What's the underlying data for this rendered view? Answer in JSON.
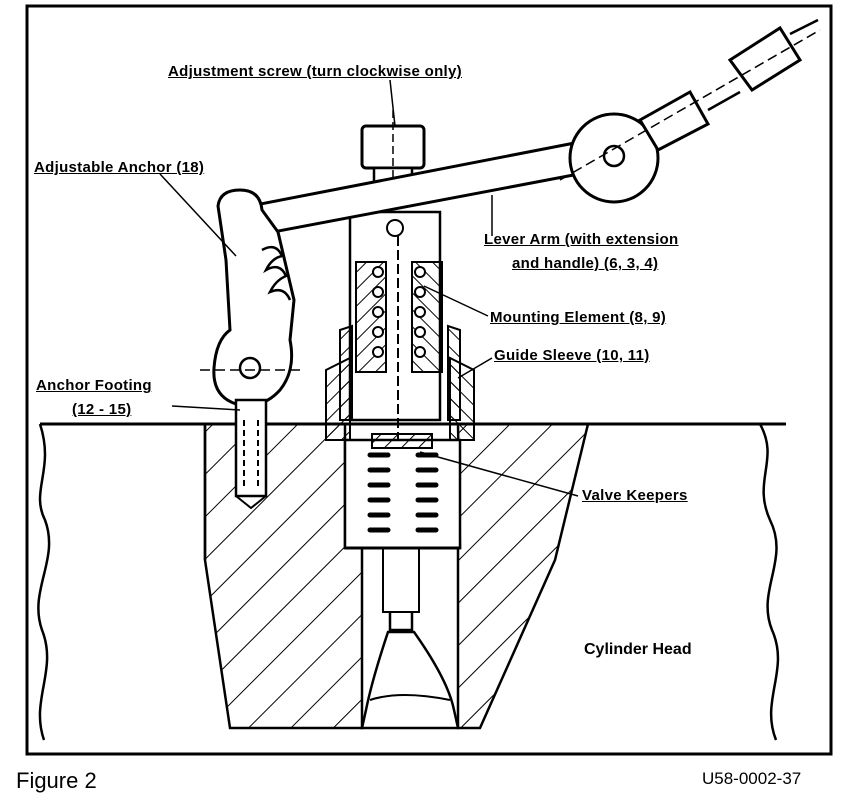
{
  "labels": {
    "adjustment_screw": "Adjustment screw (turn clockwise only)",
    "adjustable_anchor": "Adjustable Anchor (18)",
    "lever_arm_line1": "Lever Arm (with extension",
    "lever_arm_line2": "and handle) (6, 3, 4)",
    "mounting_element": "Mounting Element (8, 9)",
    "guide_sleeve": "Guide Sleeve (10, 11)",
    "anchor_footing_line1": "Anchor Footing",
    "anchor_footing_line2": "(12 - 15)",
    "valve_keepers": "Valve Keepers",
    "cylinder_head": "Cylinder Head"
  },
  "caption": {
    "figure": "Figure 2",
    "code": "U58-0002-37"
  }
}
